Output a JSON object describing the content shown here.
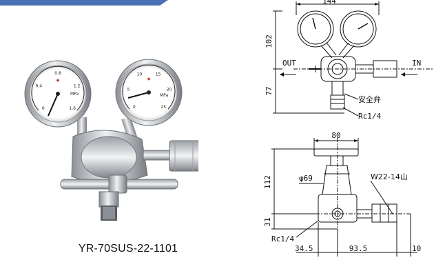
{
  "caption": "YR-70SUS-22-1101",
  "side_view": {
    "width_dim": "144",
    "height_upper": "102",
    "height_lower": "77",
    "out_label": "OUT",
    "in_label": "IN",
    "safety_valve": "安全弁",
    "port_thread": "Rc1/4"
  },
  "top_view": {
    "handle_dim": "80",
    "height_dim": "112",
    "lower_dim": "31",
    "diameter": "φ69",
    "inlet_thread": "W22-14山",
    "port_thread": "Rc1/4",
    "dim_left": "34.5",
    "dim_mid": "93.5",
    "dim_right": "10"
  },
  "photo": {
    "gauge_left_scale": [
      "0",
      "0.4",
      "0.8",
      "1.2",
      "1.6"
    ],
    "gauge_right_scale": [
      "0",
      "5",
      "10",
      "15",
      "20",
      "25"
    ],
    "gauge_unit": "MPa"
  },
  "colors": {
    "accent": "#4a6fb5",
    "metal": "#c9ccd0",
    "line": "#111111"
  }
}
